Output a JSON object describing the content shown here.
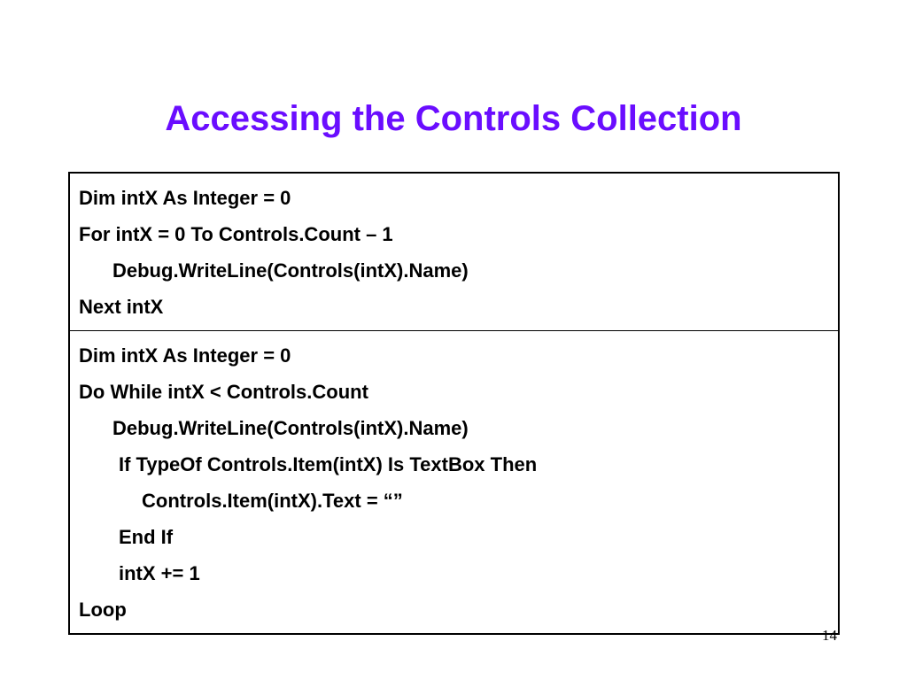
{
  "slide": {
    "title": "Accessing the Controls Collection",
    "page_number": "14"
  },
  "table": {
    "cells": [
      {
        "lines": [
          "Dim intX As Integer = 0",
          "For intX = 0 To Controls.Count – 1",
          "Debug.WriteLine(Controls(intX).Name)",
          "Next intX"
        ]
      },
      {
        "lines": [
          "Dim intX As Integer = 0",
          "Do While intX < Controls.Count",
          "Debug.WriteLine(Controls(intX).Name)",
          "If TypeOf Controls.Item(intX) Is TextBox Then",
          "Controls.Item(intX).Text = “”",
          "End If",
          "intX += 1",
          "Loop"
        ]
      }
    ]
  }
}
